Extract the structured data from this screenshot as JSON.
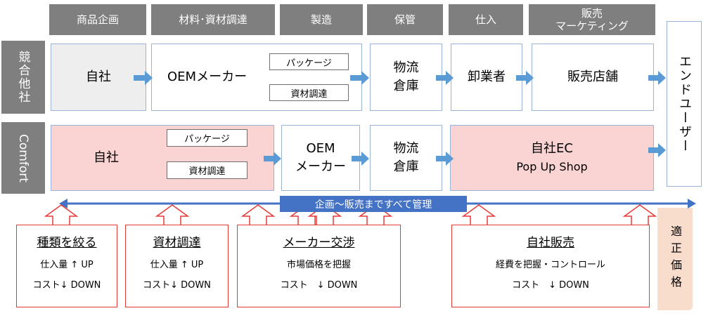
{
  "headers": [
    "商品企画",
    "材料･資材調達",
    "製造",
    "保管",
    "仕入",
    "販売\nマーケティング"
  ],
  "row_labels": {
    "competitor": "競合他社",
    "comfort": "Comfort"
  },
  "competitor_row": {
    "own": "自社",
    "oem": "OEMメーカー",
    "package": "パッケージ",
    "materials": "資材調達",
    "warehouse": "物流\n倉庫",
    "wholesaler": "卸業者",
    "store": "販売店舗"
  },
  "comfort_row": {
    "own": "自社",
    "package": "パッケージ",
    "materials": "資材調達",
    "oem": "OEM\nメーカー",
    "warehouse": "物流\n倉庫",
    "ec": "自社EC",
    "popup": "Pop Up Shop"
  },
  "end_user": "エンドユーザー",
  "manage_bar": "企画～販売まですべて管理",
  "fair_price": "適正価格",
  "benefit_boxes": [
    {
      "title": "種類を絞る",
      "line1": "仕入量 ↑ UP",
      "line2": "コスト↓ DOWN"
    },
    {
      "title": "資材調達",
      "line1": "仕入量 ↑ UP",
      "line2": "コスト↓ DOWN"
    },
    {
      "title": "メーカー交渉",
      "line1": "市場価格を把握",
      "line2": "コスト　↓ DOWN"
    },
    {
      "title": "自社販売",
      "line1": "経費を把握・コントロール",
      "line2": "コスト　↓ DOWN"
    }
  ],
  "colors": {
    "header_gray": "#7f7f7f",
    "accent_blue": "#4472c4",
    "arrow_blue": "#5b9bd5",
    "pink": "#f9d4d3",
    "red": "#e53935",
    "peach": "#f8dccc"
  }
}
